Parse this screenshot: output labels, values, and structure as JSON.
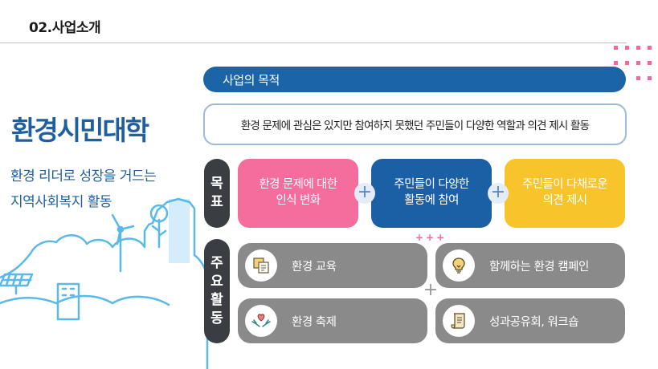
{
  "header": {
    "section_title": "02.사업소개"
  },
  "left": {
    "title": "환경시민대학",
    "subtitle_line1": "환경 리더로 성장을 거드는",
    "subtitle_line2": "지역사회복지 활동"
  },
  "purpose": {
    "title": "사업의 목적",
    "text": "환경 문제에 관심은 있지만 참여하지 못했던 주민들이 다양한 역할과 의견 제시 활동"
  },
  "goals": {
    "tab_chars": [
      "목",
      "표"
    ],
    "items": [
      {
        "line1": "환경 문제에 대한",
        "line2": "인식 변화"
      },
      {
        "line1": "주민들이 다양한",
        "line2": "활동에 참여"
      },
      {
        "line1": "주민들이 다채로운",
        "line2": "의견 제시"
      }
    ],
    "plus": "+"
  },
  "activities": {
    "tab_chars": [
      "주",
      "요",
      "활",
      "동"
    ],
    "items": [
      {
        "label": "환경 교육",
        "icon": "notes-icon"
      },
      {
        "label": "함께하는 환경 캠페인",
        "icon": "lightbulb-icon"
      },
      {
        "label": "환경 축제",
        "icon": "heart-hands-icon"
      },
      {
        "label": "성과공유회, 워크숍",
        "icon": "scroll-icon"
      }
    ],
    "plus": "+",
    "deco_plus": "+++"
  },
  "colors": {
    "primary_blue": "#1b64a8",
    "pink": "#f46d9c",
    "navy": "#1b5fa5",
    "yellow": "#f7c52b",
    "dark_tab": "#3a3d42",
    "gray_card": "#8a8a8b",
    "light_blue": "#59b9ea"
  }
}
